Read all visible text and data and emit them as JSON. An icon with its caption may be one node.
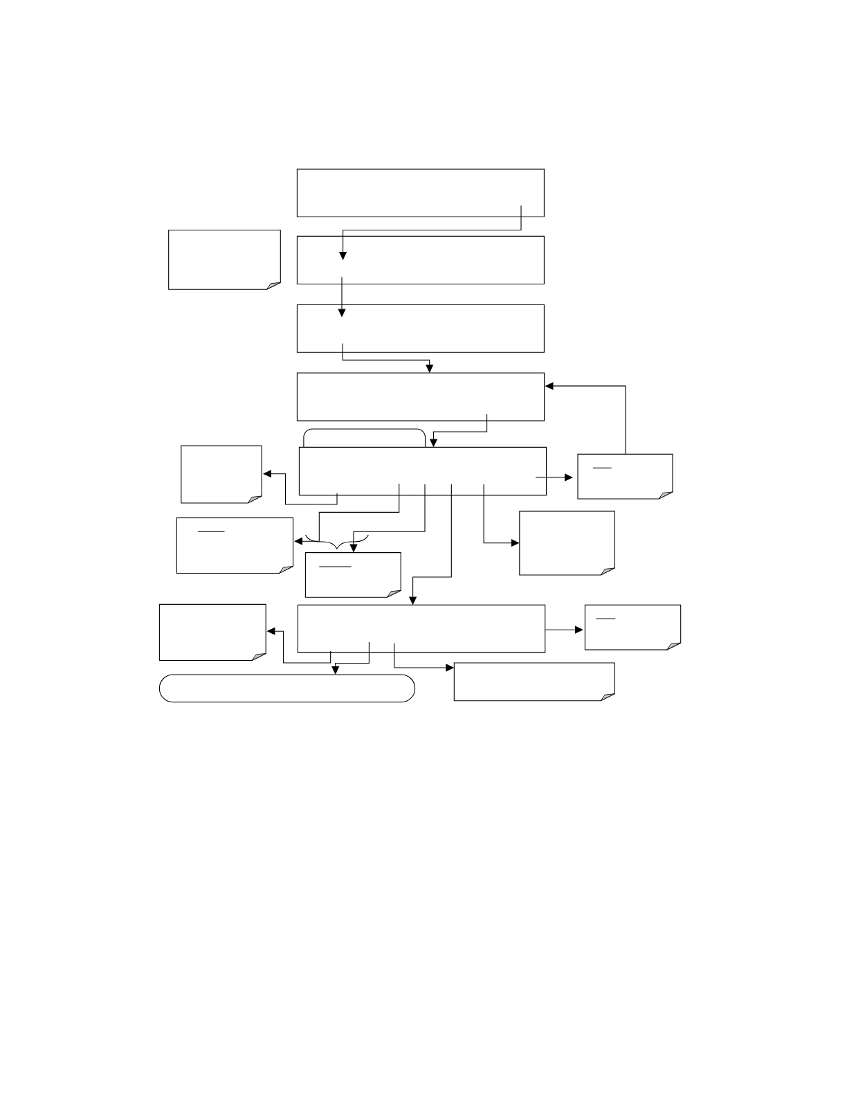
{
  "diagram": {
    "nodes": [
      {
        "text": [],
        "shape": "box"
      },
      {
        "text": [],
        "shape": "note"
      },
      {
        "text": [],
        "shape": "box"
      },
      {
        "text": [],
        "shape": "box"
      },
      {
        "text": [],
        "shape": "box"
      },
      {
        "text": [],
        "shape": "tab"
      },
      {
        "text": [],
        "shape": "note"
      },
      {
        "text": [],
        "shape": "box"
      },
      {
        "text": [],
        "shape": "note"
      },
      {
        "text": [],
        "shape": "note"
      },
      {
        "text": [],
        "shape": "note"
      },
      {
        "text": [],
        "shape": "note"
      },
      {
        "text": [],
        "shape": "note"
      },
      {
        "text": [],
        "shape": "box"
      },
      {
        "text": [],
        "shape": "note"
      },
      {
        "text": [],
        "shape": "pill"
      },
      {
        "text": [],
        "shape": "note"
      }
    ],
    "edges": [
      {
        "from": 0,
        "to": 2,
        "arrow": "to"
      },
      {
        "from": 2,
        "to": 3,
        "arrow": "to"
      },
      {
        "from": 3,
        "to": 4,
        "arrow": "to"
      },
      {
        "from": 4,
        "to": 7,
        "arrow": "to"
      },
      {
        "from": 8,
        "to": 4,
        "arrow": "to"
      },
      {
        "from": 7,
        "to": 8,
        "arrow": "to"
      },
      {
        "from": 7,
        "to": 6,
        "arrow": "to"
      },
      {
        "from": 7,
        "to": 9,
        "arrow": "to"
      },
      {
        "from": 7,
        "to": 10,
        "arrow": "to"
      },
      {
        "from": 7,
        "to": 13,
        "arrow": "to"
      },
      {
        "from": 7,
        "to": 11,
        "arrow": "to"
      },
      {
        "from": 13,
        "to": 12,
        "arrow": "to"
      },
      {
        "from": 13,
        "to": 15,
        "arrow": "to"
      },
      {
        "from": 13,
        "to": 14,
        "arrow": "to"
      },
      {
        "from": 13,
        "to": 16,
        "arrow": "to"
      }
    ]
  }
}
